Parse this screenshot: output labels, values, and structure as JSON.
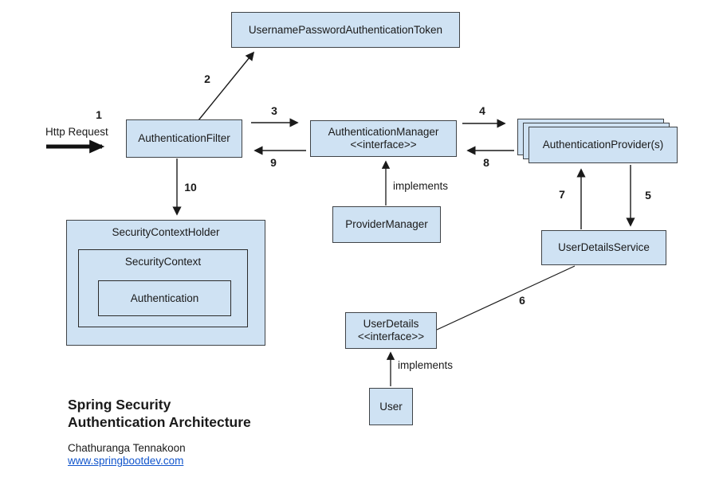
{
  "nodes": {
    "token": "UsernamePasswordAuthenticationToken",
    "filter": "AuthenticationFilter",
    "manager_title": "AuthenticationManager",
    "manager_stereotype": "<<interface>>",
    "providers": "AuthenticationProvider(s)",
    "provider_manager": "ProviderManager",
    "user_details_service": "UserDetailsService",
    "user_details_title": "UserDetails",
    "user_details_stereotype": "<<interface>>",
    "user": "User",
    "security_context_holder": "SecurityContextHolder",
    "security_context": "SecurityContext",
    "authentication": "Authentication"
  },
  "edges": {
    "http_request": "Http Request",
    "n1": "1",
    "n2": "2",
    "n3": "3",
    "n4": "4",
    "n5": "5",
    "n6": "6",
    "n7": "7",
    "n8": "8",
    "n9": "9",
    "n10": "10",
    "implements_manager": "implements",
    "implements_user": "implements"
  },
  "footer": {
    "title_line1": "Spring Security",
    "title_line2": "Authentication Architecture",
    "author": "Chathuranga Tennakoon",
    "link": "www.springbootdev.com"
  },
  "colors": {
    "node_fill": "#cfe2f3",
    "node_border": "#3f4347",
    "line": "#1a1a1a",
    "link_blue": "#1155cc"
  }
}
